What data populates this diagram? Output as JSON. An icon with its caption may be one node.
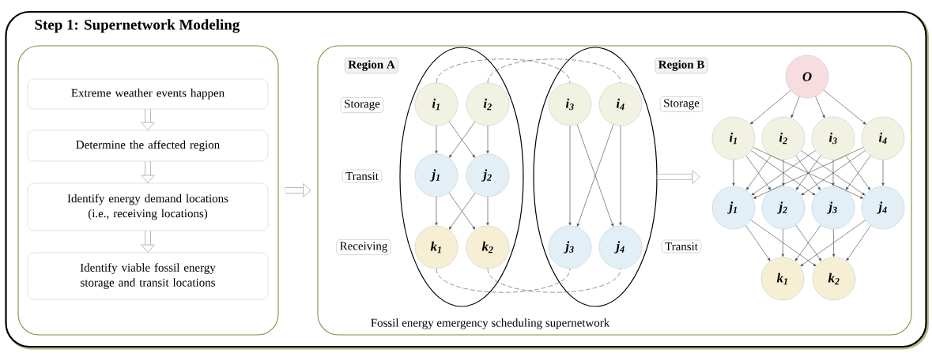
{
  "diagram": {
    "nodes": [
      {
        "text": [
          "Step 1: Supernetwork Modeling"
        ]
      },
      {
        "text": [],
        "shape": "box",
        "in": 0
      },
      {
        "text": [
          "Extreme weather events happen"
        ],
        "in": 1
      },
      {
        "text": [
          "Determine the affected region"
        ],
        "in": 1
      },
      {
        "text": [
          "Identify energy demand locations (i.e., receiving locations)"
        ],
        "in": 1
      },
      {
        "text": [
          "Identify viable fossil energy storage and transit locations"
        ],
        "in": 1
      },
      {
        "text": [
          "Fossil energy emergency scheduling supernetwork"
        ],
        "in": 0
      },
      {
        "text": [
          "Region A"
        ],
        "in": 6
      },
      {
        "text": [
          "Storage"
        ],
        "in": 6
      },
      {
        "text": [
          "Transit"
        ],
        "in": 6
      },
      {
        "text": [
          "Receiving"
        ],
        "in": 6
      },
      {
        "text": [],
        "shape": "ellipse",
        "in": 6
      },
      {
        "text": [
          "i$_{1}$"
        ],
        "in": 11
      },
      {
        "text": [
          "i$_{2}$"
        ],
        "in": 11
      },
      {
        "text": [
          "j$_{1}$"
        ],
        "in": 11
      },
      {
        "text": [
          "j$_{2}$"
        ],
        "in": 11
      },
      {
        "text": [
          "k$_{1}$"
        ],
        "in": 11
      },
      {
        "text": [
          "k$_{2}$"
        ],
        "in": 11
      },
      {
        "text": [],
        "shape": "ellipse",
        "in": 6
      },
      {
        "text": [
          "i$_{3}$"
        ],
        "in": 18
      },
      {
        "text": [
          "i$_{4}$"
        ],
        "in": 18
      },
      {
        "text": [
          "j$_{3}$"
        ],
        "in": 18
      },
      {
        "text": [
          "j$_{4}$"
        ],
        "in": 18
      },
      {
        "text": [
          "Region B"
        ],
        "in": 6
      },
      {
        "text": [
          "Storage"
        ],
        "in": 6
      },
      {
        "text": [
          "Transit"
        ],
        "in": 6
      },
      {
        "text": [
          "O"
        ],
        "in": 6
      },
      {
        "text": [
          "i$_{1}$"
        ],
        "in": 6
      },
      {
        "text": [
          "i$_{2}$"
        ],
        "in": 6
      },
      {
        "text": [
          "i$_{3}$"
        ],
        "in": 6
      },
      {
        "text": [
          "i$_{4}$"
        ],
        "in": 6
      },
      {
        "text": [
          "j$_{1}$"
        ],
        "in": 6
      },
      {
        "text": [
          "j$_{2}$"
        ],
        "in": 6
      },
      {
        "text": [
          "j$_{3}$"
        ],
        "in": 6
      },
      {
        "text": [
          "j$_{4}$"
        ],
        "in": 6
      },
      {
        "text": [
          "k$_{1}$"
        ],
        "in": 6
      },
      {
        "text": [
          "k$_{2}$"
        ],
        "in": 6
      }
    ],
    "edges": [
      {
        "from": 2,
        "to": 3,
        "arrow": "to",
        "style": "thick"
      },
      {
        "from": 3,
        "to": 4,
        "arrow": "to",
        "style": "thick"
      },
      {
        "from": 4,
        "to": 5,
        "arrow": "to",
        "style": "thick"
      },
      {
        "from": 1,
        "to": 6,
        "arrow": "to",
        "style": "thick"
      },
      {
        "from": 18,
        "to": null,
        "arrow": "to",
        "style": "thick"
      },
      {
        "from": 12,
        "to": 14,
        "arrow": "to"
      },
      {
        "from": 12,
        "to": 15,
        "arrow": "to"
      },
      {
        "from": 13,
        "to": 14,
        "arrow": "to"
      },
      {
        "from": 13,
        "to": 15,
        "arrow": "to"
      },
      {
        "from": 14,
        "to": 16,
        "arrow": "to"
      },
      {
        "from": 14,
        "to": 17,
        "arrow": "to"
      },
      {
        "from": 15,
        "to": 16,
        "arrow": "to"
      },
      {
        "from": 15,
        "to": 17,
        "arrow": "to"
      },
      {
        "from": 19,
        "to": 21,
        "arrow": "to"
      },
      {
        "from": 19,
        "to": 22,
        "arrow": "to"
      },
      {
        "from": 20,
        "to": 21,
        "arrow": "to"
      },
      {
        "from": 20,
        "to": 22,
        "arrow": "to"
      },
      {
        "from": 12,
        "to": 19,
        "arrow": "none",
        "style": "dashed"
      },
      {
        "from": 13,
        "to": 20,
        "arrow": "none",
        "style": "dashed"
      },
      {
        "from": 16,
        "to": 21,
        "arrow": "none",
        "style": "dashed"
      },
      {
        "from": 17,
        "to": 22,
        "arrow": "none",
        "style": "dashed"
      },
      {
        "from": 26,
        "to": 27,
        "arrow": "to"
      },
      {
        "from": 26,
        "to": 28,
        "arrow": "to"
      },
      {
        "from": 26,
        "to": 29,
        "arrow": "to"
      },
      {
        "from": 26,
        "to": 30,
        "arrow": "to"
      },
      {
        "from": 27,
        "to": 31,
        "arrow": "to"
      },
      {
        "from": 27,
        "to": 32,
        "arrow": "to"
      },
      {
        "from": 27,
        "to": 33,
        "arrow": "to"
      },
      {
        "from": 27,
        "to": 34,
        "arrow": "to"
      },
      {
        "from": 28,
        "to": 31,
        "arrow": "to"
      },
      {
        "from": 28,
        "to": 32,
        "arrow": "to"
      },
      {
        "from": 28,
        "to": 33,
        "arrow": "to"
      },
      {
        "from": 28,
        "to": 34,
        "arrow": "to"
      },
      {
        "from": 29,
        "to": 31,
        "arrow": "to"
      },
      {
        "from": 29,
        "to": 32,
        "arrow": "to"
      },
      {
        "from": 29,
        "to": 33,
        "arrow": "to"
      },
      {
        "from": 29,
        "to": 34,
        "arrow": "to"
      },
      {
        "from": 30,
        "to": 31,
        "arrow": "to"
      },
      {
        "from": 30,
        "to": 32,
        "arrow": "to"
      },
      {
        "from": 30,
        "to": 33,
        "arrow": "to"
      },
      {
        "from": 30,
        "to": 34,
        "arrow": "to"
      },
      {
        "from": 31,
        "to": 35,
        "arrow": "to"
      },
      {
        "from": 31,
        "to": 36,
        "arrow": "to"
      },
      {
        "from": 32,
        "to": 35,
        "arrow": "to"
      },
      {
        "from": 32,
        "to": 36,
        "arrow": "to"
      },
      {
        "from": 33,
        "to": 35,
        "arrow": "to"
      },
      {
        "from": 33,
        "to": 36,
        "arrow": "to"
      },
      {
        "from": 34,
        "to": 35,
        "arrow": "to"
      },
      {
        "from": 34,
        "to": 36,
        "arrow": "to"
      }
    ]
  }
}
